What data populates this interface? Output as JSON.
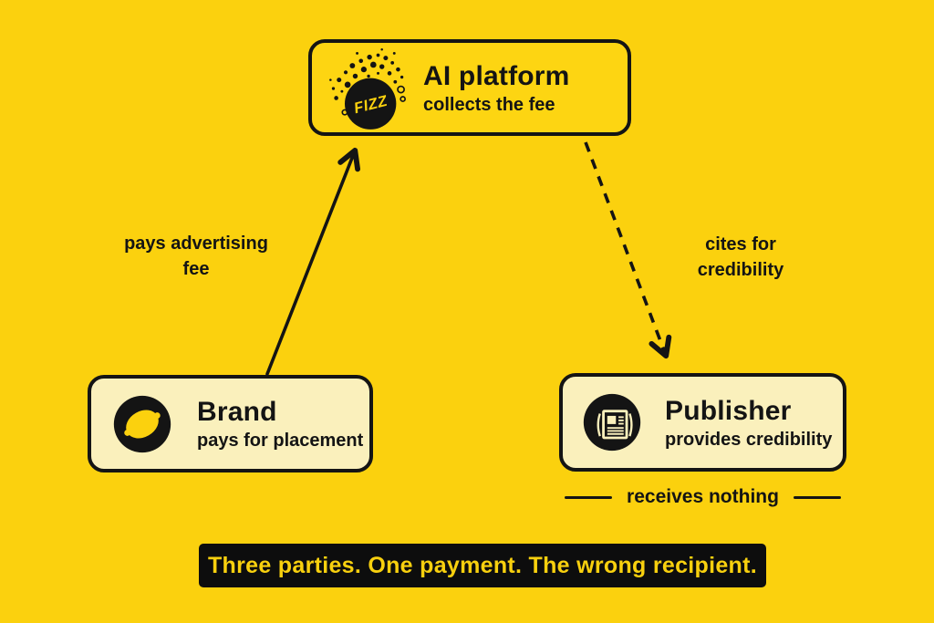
{
  "colors": {
    "bg": "#FBD10E",
    "bg_box": "#FDD512",
    "cream": "#FAF0BC",
    "ink": "#141414",
    "banner_bg": "#0D0D0D",
    "banner_text": "#F8D00E",
    "lemon": "#FBD10E"
  },
  "nodes": {
    "ai_platform": {
      "title": "AI platform",
      "subtitle": "collects the fee",
      "logo_text": "FIZZ",
      "icon": "fizz-logo-icon"
    },
    "brand": {
      "title": "Brand",
      "subtitle": "pays for placement",
      "icon": "lemon-icon"
    },
    "publisher": {
      "title": "Publisher",
      "subtitle": "provides credibility",
      "note": "receives nothing",
      "icon": "newspaper-icon"
    }
  },
  "edges": {
    "brand_to_ai": {
      "label": "pays advertising fee",
      "style": "solid"
    },
    "ai_to_publisher": {
      "label": "cites for credibility",
      "style": "dashed"
    }
  },
  "banner": {
    "text": "Three parties. One payment. The wrong recipient."
  }
}
